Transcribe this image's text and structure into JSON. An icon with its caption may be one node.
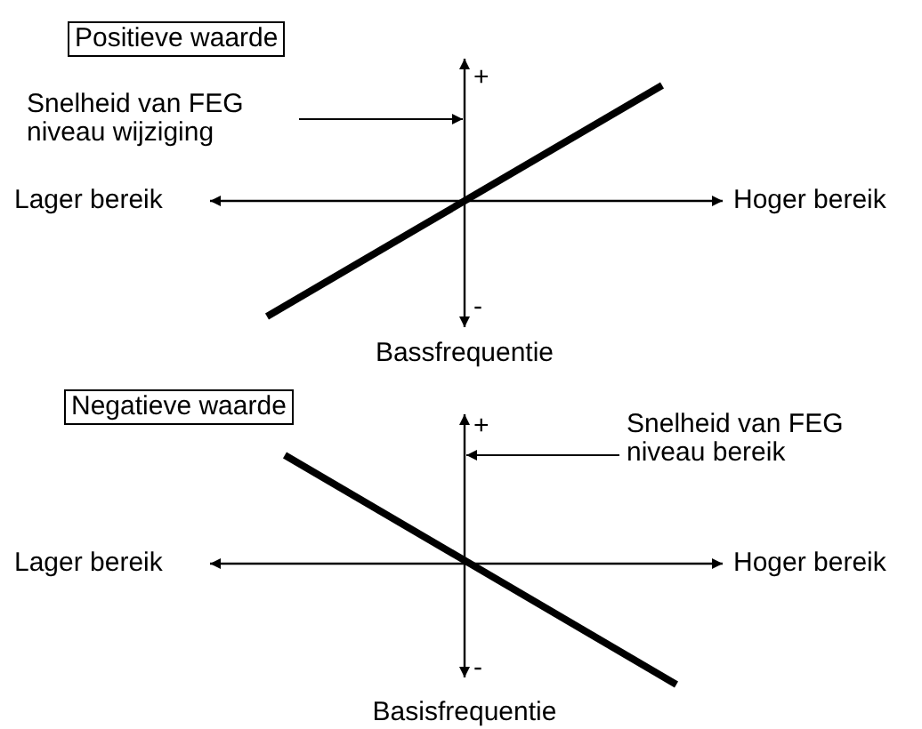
{
  "diagram": {
    "nodes": [
      {
        "text": [
          "Positieve waarde"
        ]
      },
      {
        "text": [
          "Snelheid van FEG niveau wijziging"
        ]
      },
      {
        "text": [],
        "shape": "line",
        "beside": [
          "+",
          "-"
        ]
      },
      {
        "text": [
          "Negatieve waarde"
        ]
      },
      {
        "text": [
          "Snelheid van FEG niveau bereik"
        ]
      },
      {
        "text": [],
        "shape": "line",
        "beside": [
          "+",
          "-"
        ]
      }
    ],
    "edges": [
      {
        "from": 1,
        "to": 2,
        "arrow": "to"
      },
      {
        "from": 4,
        "to": 5,
        "arrow": "to"
      }
    ],
    "labels": [
      "Lager bereik",
      "Hoger bereik",
      "Bassfrequentie",
      "Lager bereik",
      "Hoger bereik",
      "Basisfrequentie"
    ]
  }
}
